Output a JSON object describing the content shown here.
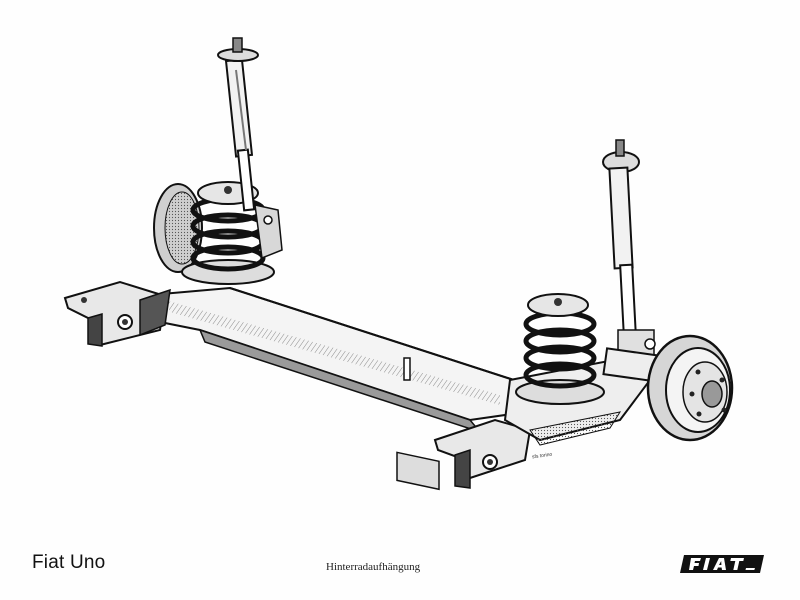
{
  "document": {
    "model_name": "Fiat Uno",
    "caption": "Hinterradaufhängung",
    "brand": "FIAT",
    "artist_mark": "sfs torino"
  },
  "illustration": {
    "subject": "rear-suspension-axle-drawing",
    "style": "black-and-white-technical-illustration"
  }
}
